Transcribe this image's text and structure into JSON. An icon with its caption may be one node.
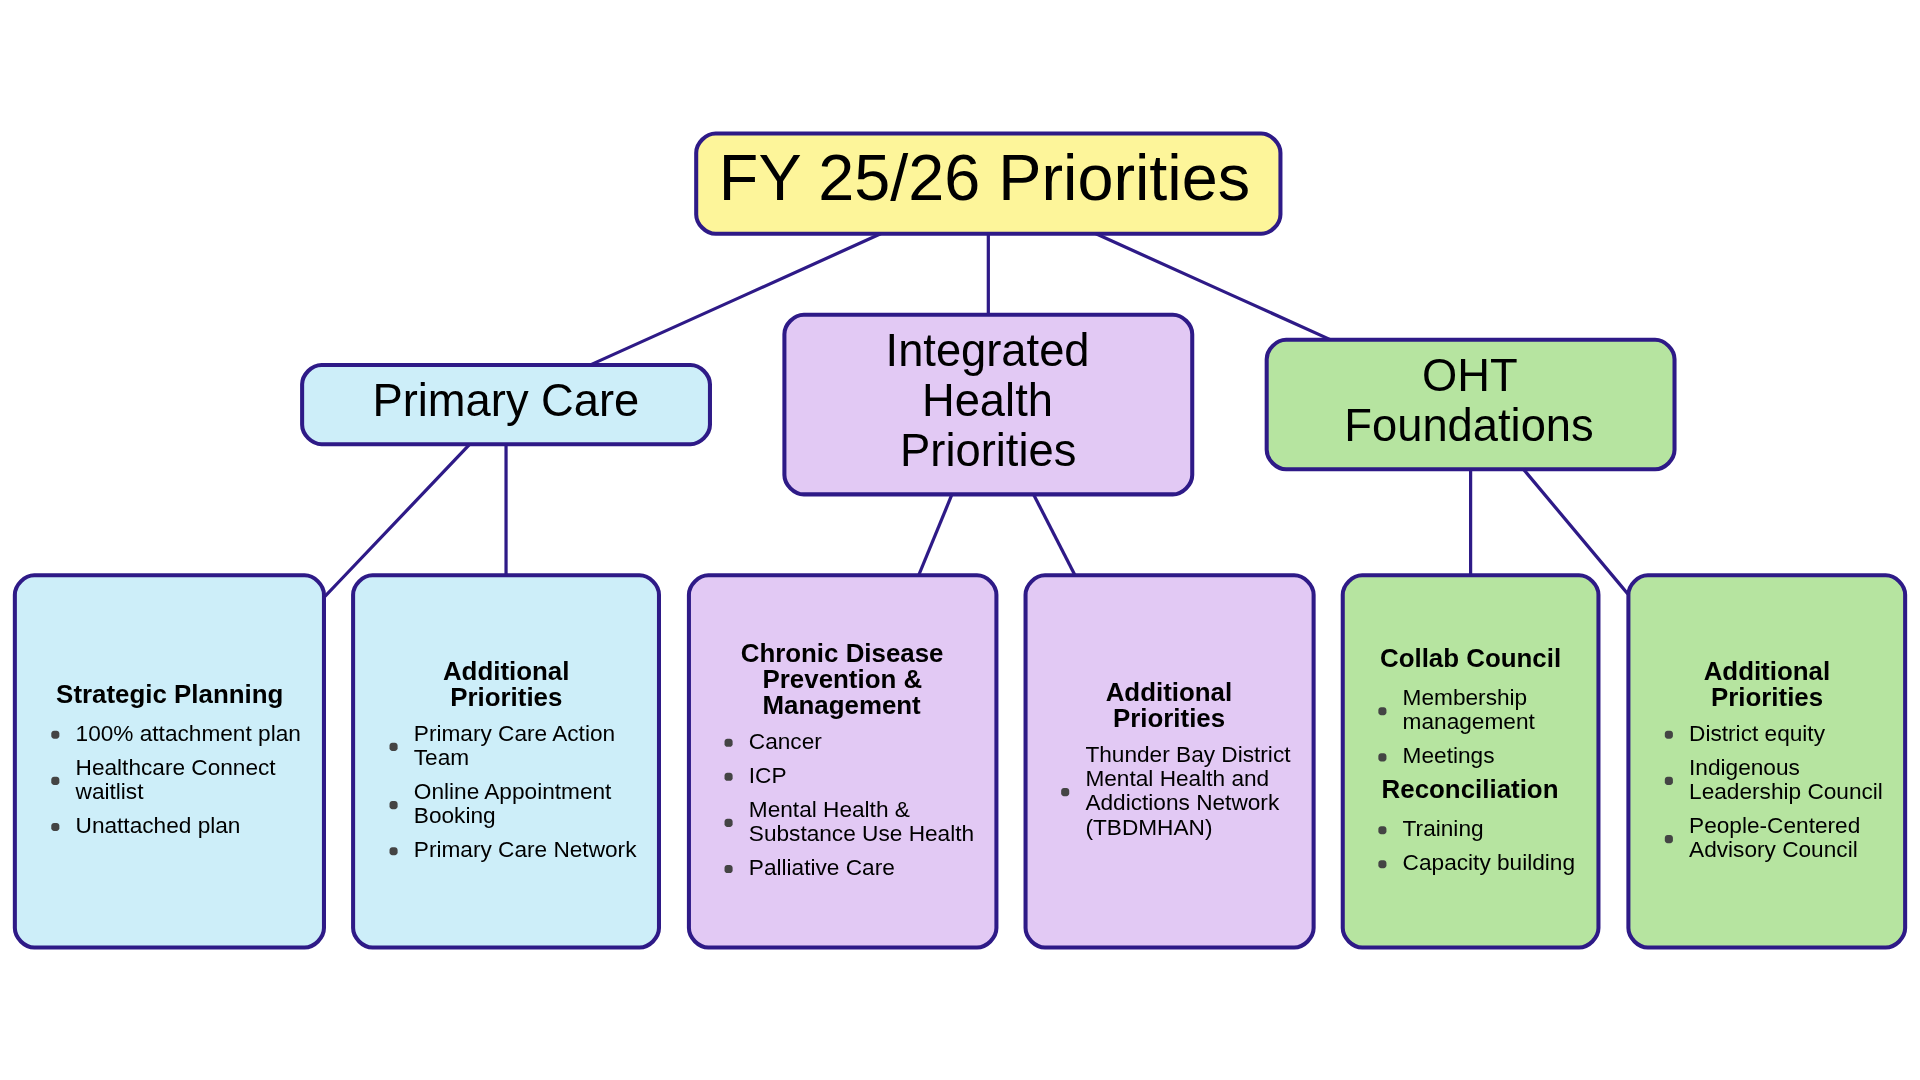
{
  "diagram": {
    "nodes": [
      {
        "text": [
          "FY 25/26 Priorities"
        ]
      },
      {
        "text": [
          "Primary Care"
        ]
      },
      {
        "text": [
          "Integrated Health Priorities"
        ]
      },
      {
        "text": [
          "OHT Foundations"
        ]
      },
      {
        "text": [
          "Strategic Planning",
          "100% attachment plan",
          "Healthcare Connect waitlist",
          "Unattached plan"
        ]
      },
      {
        "text": [
          "Additional Priorities",
          "Primary Care Action Team",
          "Online Appointment Booking",
          "Primary Care Network"
        ]
      },
      {
        "text": [
          "Chronic Disease Prevention & Management",
          "Cancer",
          "ICP",
          "Mental Health & Substance Use Health",
          "Palliative Care"
        ]
      },
      {
        "text": [
          "Additional Priorities",
          "Thunder Bay District Mental Health and Addictions Network (TBDMHAN)"
        ]
      },
      {
        "text": [
          "Collab Council",
          "Membership management",
          "Meetings",
          "Reconciliation",
          "Training",
          "Capacity building"
        ]
      },
      {
        "text": [
          "Additional Priorities",
          "District equity",
          "Indigenous Leadership Council",
          "People-Centered Advisory Council"
        ]
      }
    ],
    "edges": [
      {
        "from": 0,
        "to": 1,
        "arrow": "none"
      },
      {
        "from": 0,
        "to": 2,
        "arrow": "none"
      },
      {
        "from": 0,
        "to": 3,
        "arrow": "none"
      },
      {
        "from": 1,
        "to": 4,
        "arrow": "none"
      },
      {
        "from": 1,
        "to": 5,
        "arrow": "none"
      },
      {
        "from": 2,
        "to": 6,
        "arrow": "none"
      },
      {
        "from": 2,
        "to": 7,
        "arrow": "none"
      },
      {
        "from": 3,
        "to": 8,
        "arrow": "none"
      },
      {
        "from": 3,
        "to": 9,
        "arrow": "none"
      }
    ]
  }
}
